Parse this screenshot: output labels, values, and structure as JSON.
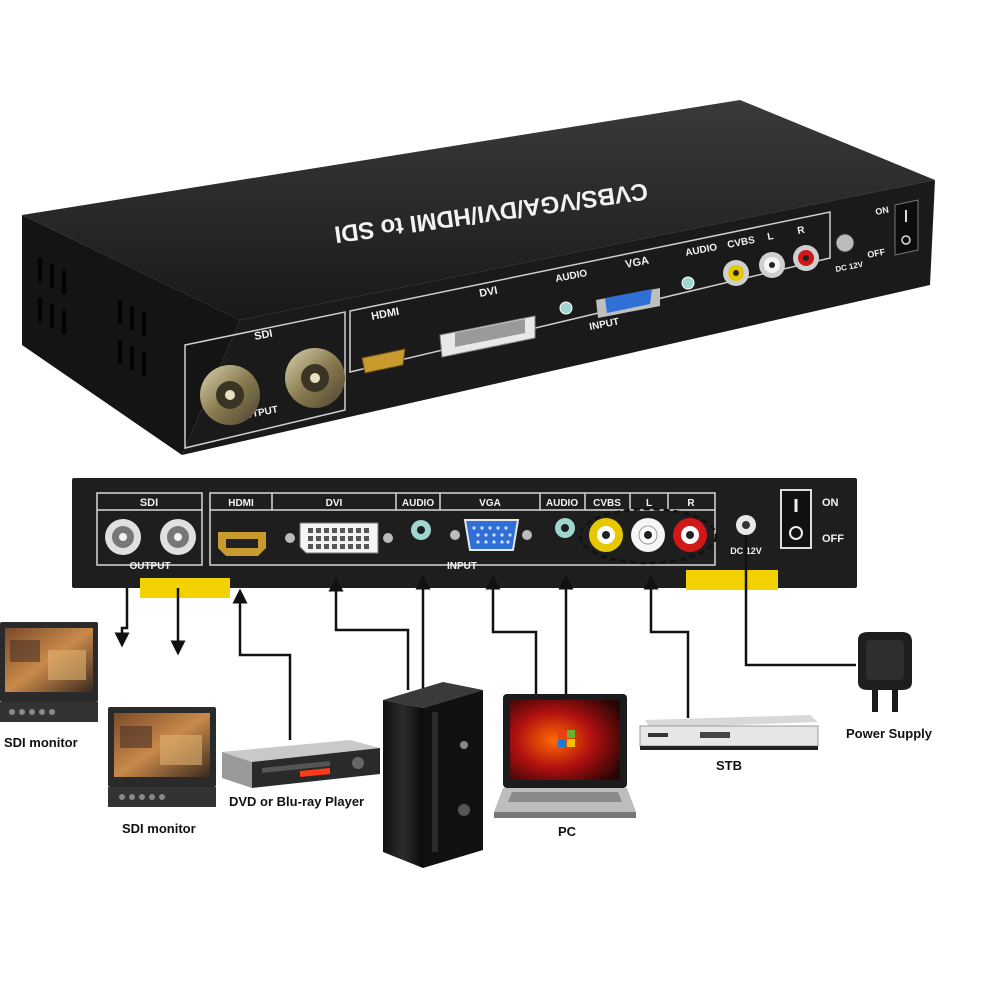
{
  "device": {
    "top_label": "CVBS/VGA/DVI/HDMI to SDI",
    "ports": {
      "sdi": "SDI",
      "hdmi": "HDMI",
      "dvi": "DVI",
      "audio": "AUDIO",
      "vga": "VGA",
      "cvbs": "CVBS",
      "l": "L",
      "r": "R",
      "input": "INPUT",
      "output": "OUTPUT",
      "dc": "DC 12V",
      "on": "ON",
      "off": "OFF"
    }
  },
  "devices": {
    "sdi_monitor_1": "SDI monitor",
    "sdi_monitor_2": "SDI monitor",
    "dvd": "DVD or Blu-ray Player",
    "pc": "PC",
    "stb": "STB",
    "power": "Power Supply"
  },
  "colors": {
    "panel": "#1e1e1e",
    "connector_highlight": "#f2d200",
    "vga_blue": "#2f6fd6",
    "rca_yellow": "#e6c800",
    "rca_red": "#d01818",
    "hdmi_gold": "#c99a2e"
  }
}
